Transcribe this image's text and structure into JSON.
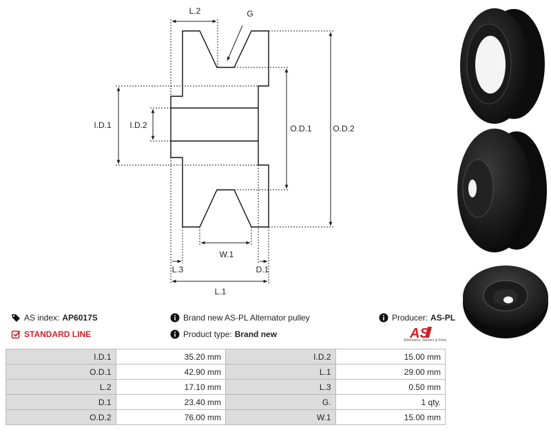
{
  "diagram": {
    "labels": {
      "l2": "L.2",
      "g": "G",
      "id1": "I.D.1",
      "id2": "I.D.2",
      "od1": "O.D.1",
      "od2": "O.D.2",
      "w1": "W.1",
      "l3": "L.3",
      "d1": "D.1",
      "l1": "L.1"
    }
  },
  "info": {
    "as_index_label": "AS index:",
    "as_index_value": "AP6017S",
    "description": "Brand new AS-PL Alternator pulley",
    "producer_label": "Producer:",
    "producer_value": "AS-PL",
    "standard_line": "STANDARD LINE",
    "product_type_label": "Product type:",
    "product_type_value": "Brand new",
    "brand_logo_text": "AS",
    "brand_tagline": "Alternators, Starters & Parts"
  },
  "specs": [
    {
      "k1": "I.D.1",
      "v1": "35.20 mm",
      "k2": "I.D.2",
      "v2": "15.00 mm"
    },
    {
      "k1": "O.D.1",
      "v1": "42.90 mm",
      "k2": "L.1",
      "v2": "29.00 mm"
    },
    {
      "k1": "L.2",
      "v1": "17.10 mm",
      "k2": "L.3",
      "v2": "0.50 mm"
    },
    {
      "k1": "D.1",
      "v1": "23.40 mm",
      "k2": "G.",
      "v2": "1 qty."
    },
    {
      "k1": "O.D.2",
      "v1": "76.00 mm",
      "k2": "W.1",
      "v2": "15.00 mm"
    }
  ],
  "colors": {
    "accent_red": "#d1202a",
    "table_key_bg": "#dcdcdc",
    "table_border": "#b9b9b9"
  },
  "icons": [
    "tag-icon",
    "info-icon",
    "checkbox-icon"
  ]
}
